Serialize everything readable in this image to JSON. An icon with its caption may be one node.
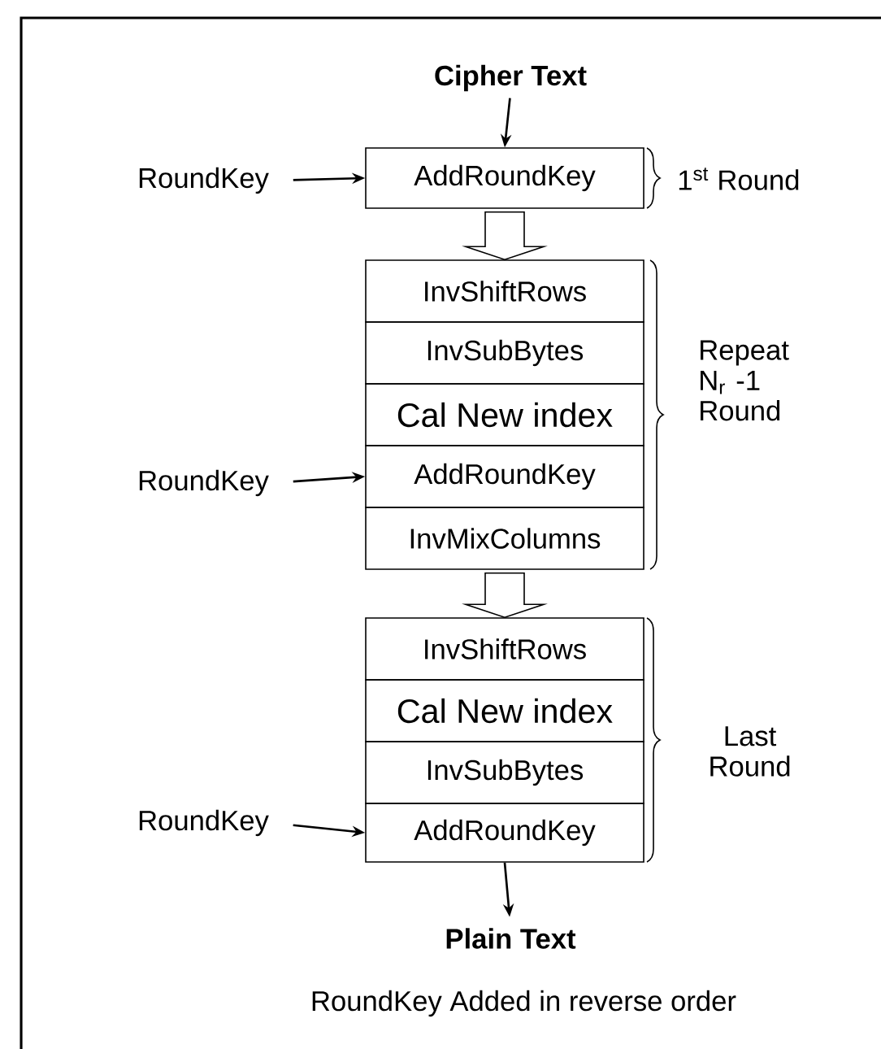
{
  "diagram": {
    "nodes": [
      {
        "text": [
          "Cipher Text"
        ]
      },
      {
        "text": [
          "RoundKey"
        ]
      },
      {
        "text": [
          "AddRoundKey"
        ]
      },
      {
        "text": [
          "InvShiftRows"
        ]
      },
      {
        "text": [
          "InvSubBytes"
        ]
      },
      {
        "text": [
          "Cal New index"
        ]
      },
      {
        "text": [
          "RoundKey"
        ]
      },
      {
        "text": [
          "AddRoundKey"
        ]
      },
      {
        "text": [
          "InvMixColumns"
        ]
      },
      {
        "text": [
          "InvShiftRows"
        ]
      },
      {
        "text": [
          "Cal New index"
        ]
      },
      {
        "text": [
          "InvSubBytes"
        ]
      },
      {
        "text": [
          "RoundKey"
        ]
      },
      {
        "text": [
          "AddRoundKey"
        ]
      },
      {
        "text": [
          "Plain Text"
        ]
      }
    ],
    "edges": [
      {
        "from": 0,
        "to": 2,
        "arrow": "to"
      },
      {
        "from": 1,
        "to": 2,
        "arrow": "to"
      },
      {
        "from": 2,
        "to": 3,
        "arrow": "to",
        "style": "thick"
      },
      {
        "from": 6,
        "to": 7,
        "arrow": "to"
      },
      {
        "from": 8,
        "to": 9,
        "arrow": "to",
        "style": "thick"
      },
      {
        "from": 12,
        "to": 13,
        "arrow": "to"
      },
      {
        "from": 13,
        "to": 14,
        "arrow": "to"
      }
    ],
    "labels": [
      "1$^{st}$ Round",
      "Repeat N$_{r}$ -1 Round",
      "Last Round",
      "RoundKey Added in reverse order"
    ]
  }
}
